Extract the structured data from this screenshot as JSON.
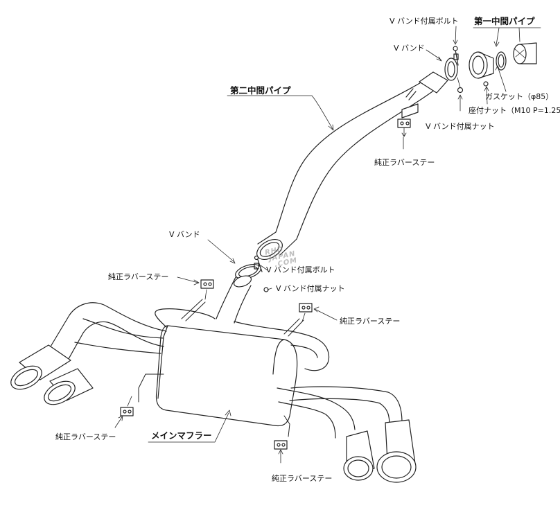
{
  "labels": {
    "first_mid_pipe": "第一中間パイプ",
    "second_mid_pipe": "第二中間パイプ",
    "vband_bolt_top": "V バンド付属ボルト",
    "vband_top": "V バンド",
    "gasket": "ガスケット（φ85）",
    "seat_nut": "座付ナット（M10 P=1.25）",
    "vband_nut_top": "V バンド付属ナット",
    "rubber_stay_top": "純正ラバーステー",
    "vband_mid": "V バンド",
    "vband_bolt_mid": "V バンド付属ボルト",
    "vband_nut_mid": "V バンド付属ナット",
    "rubber_stay_left": "純正ラバーステー",
    "rubber_stay_right": "純正ラバーステー",
    "rubber_stay_bottom_left": "純正ラバーステー",
    "main_muffler": "メインマフラー",
    "rubber_stay_bottom": "純正ラバーステー"
  },
  "watermark": [
    "RHD",
    "JAPAN",
    ".COM"
  ],
  "colors": {
    "line": "#222222",
    "watermark": "#8a8a8a"
  }
}
